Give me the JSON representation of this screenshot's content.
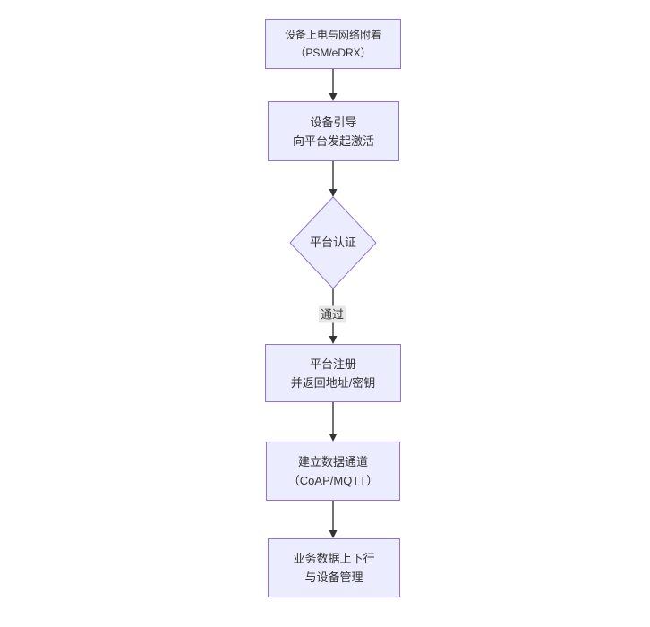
{
  "diagram": {
    "type": "flowchart",
    "direction": "top-down",
    "nodes": [
      {
        "id": "A",
        "shape": "rect",
        "lines": [
          "设备上电与网络附着",
          "（PSM/eDRX）"
        ]
      },
      {
        "id": "B",
        "shape": "rect",
        "lines": [
          "设备引导",
          "向平台发起激活"
        ]
      },
      {
        "id": "C",
        "shape": "diamond",
        "lines": [
          "平台认证"
        ]
      },
      {
        "id": "D",
        "shape": "rect",
        "lines": [
          "平台注册",
          "并返回地址/密钥"
        ]
      },
      {
        "id": "E",
        "shape": "rect",
        "lines": [
          "建立数据通道",
          "（CoAP/MQTT）"
        ]
      },
      {
        "id": "F",
        "shape": "rect",
        "lines": [
          "业务数据上下行",
          "与设备管理"
        ]
      }
    ],
    "edges": [
      {
        "from": "A",
        "to": "B",
        "label": ""
      },
      {
        "from": "B",
        "to": "C",
        "label": ""
      },
      {
        "from": "C",
        "to": "D",
        "label": "通过"
      },
      {
        "from": "D",
        "to": "E",
        "label": ""
      },
      {
        "from": "E",
        "to": "F",
        "label": ""
      }
    ],
    "colors": {
      "node_fill": "#ECECFF",
      "node_border": "#9370DB",
      "arrow": "#333333",
      "edge_label_bg": "#e8e8e8",
      "text": "#333333",
      "canvas_bg": "#ffffff"
    }
  }
}
